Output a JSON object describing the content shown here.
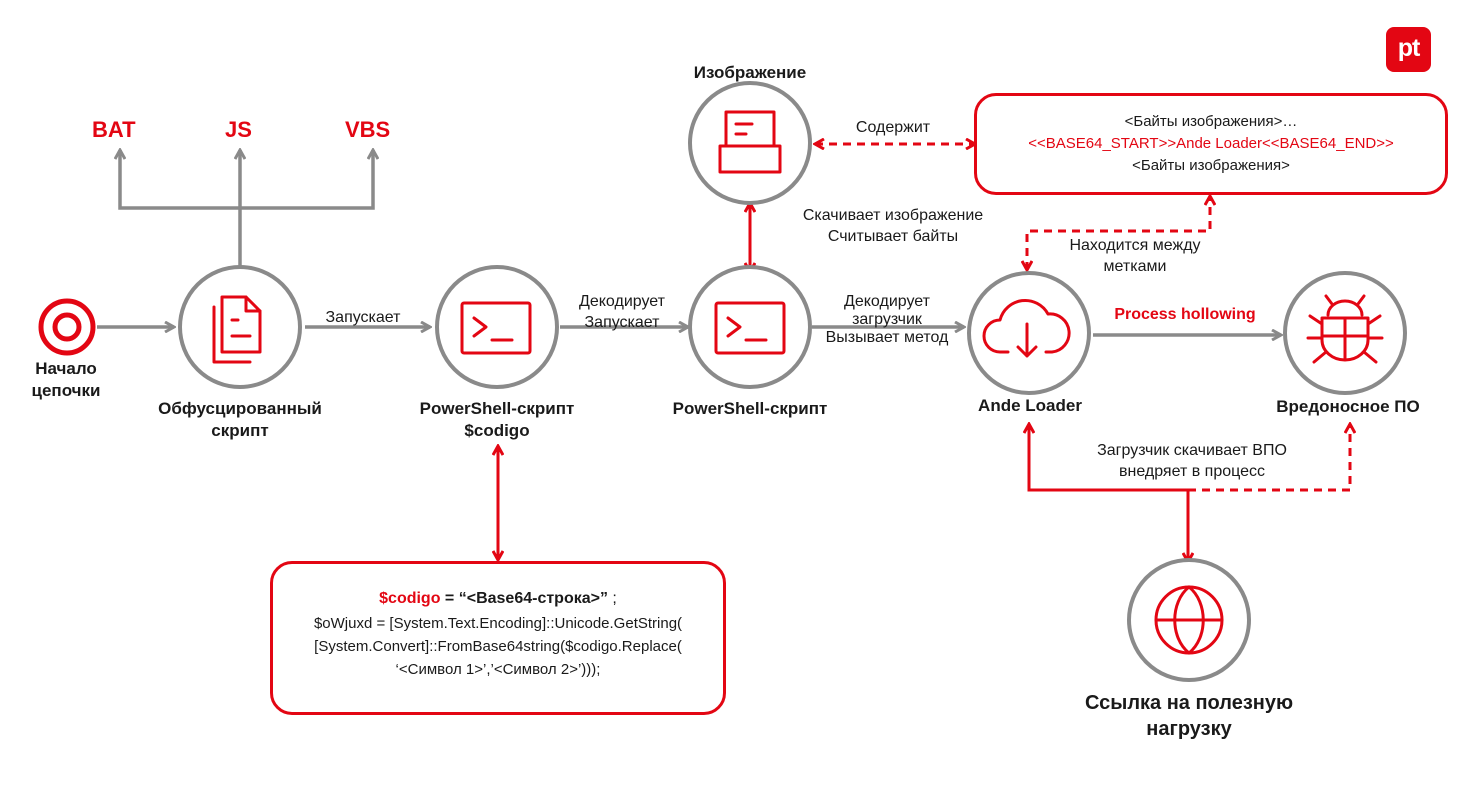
{
  "logo": "pt",
  "nodes": {
    "start": "Начало\nцепочки",
    "obfuscated": "Обфусцированный\nскрипт",
    "ps1": "PowerShell-скрипт\n$codigo",
    "ps2": "PowerShell-скрипт",
    "image": "Изображение",
    "ande": "Ande Loader",
    "malware": "Вредоносное ПО",
    "payload": "Ссылка на полезную\nнагрузку"
  },
  "script_types": [
    "BAT",
    "JS",
    "VBS"
  ],
  "edges": {
    "launches": "Запускает",
    "decode_launch": "Декодирует\nЗапускает",
    "decode_loader": "Декодирует\nзагрузчик\nВызывает метод",
    "download_image": "Скачивает изображение\nСчитывает байты",
    "contains": "Содержит",
    "between_markers": "Находится между\nметками",
    "process_hollowing": "Process hollowing",
    "loader_downloads": "Загрузчик скачивает ВПО\nвнедряет в процесс"
  },
  "image_box": {
    "line1": "<Байты изображения>…",
    "line2": "<<BASE64_START>>Ande Loader<<BASE64_END>>",
    "line3": "<Байты изображения>"
  },
  "code_box": {
    "var": "$codigo",
    "assign": " = “<Base64-строка>”",
    "semicolon": " ;",
    "line2": "$oWjuxd = [System.Text.Encoding]::Unicode.GetString(",
    "line3": "[System.Convert]::FromBase64string($codigo.Replace(",
    "line4": "‘<Символ 1>’,’<Символ 2>’)));"
  },
  "colors": {
    "accent": "#e30613",
    "gray": "#8a8a8a",
    "text": "#1a1a1a"
  },
  "icons": [
    "target-icon",
    "documents-icon",
    "terminal-icon",
    "terminal-icon",
    "image-icon",
    "cloud-download-icon",
    "bug-icon",
    "globe-icon"
  ]
}
